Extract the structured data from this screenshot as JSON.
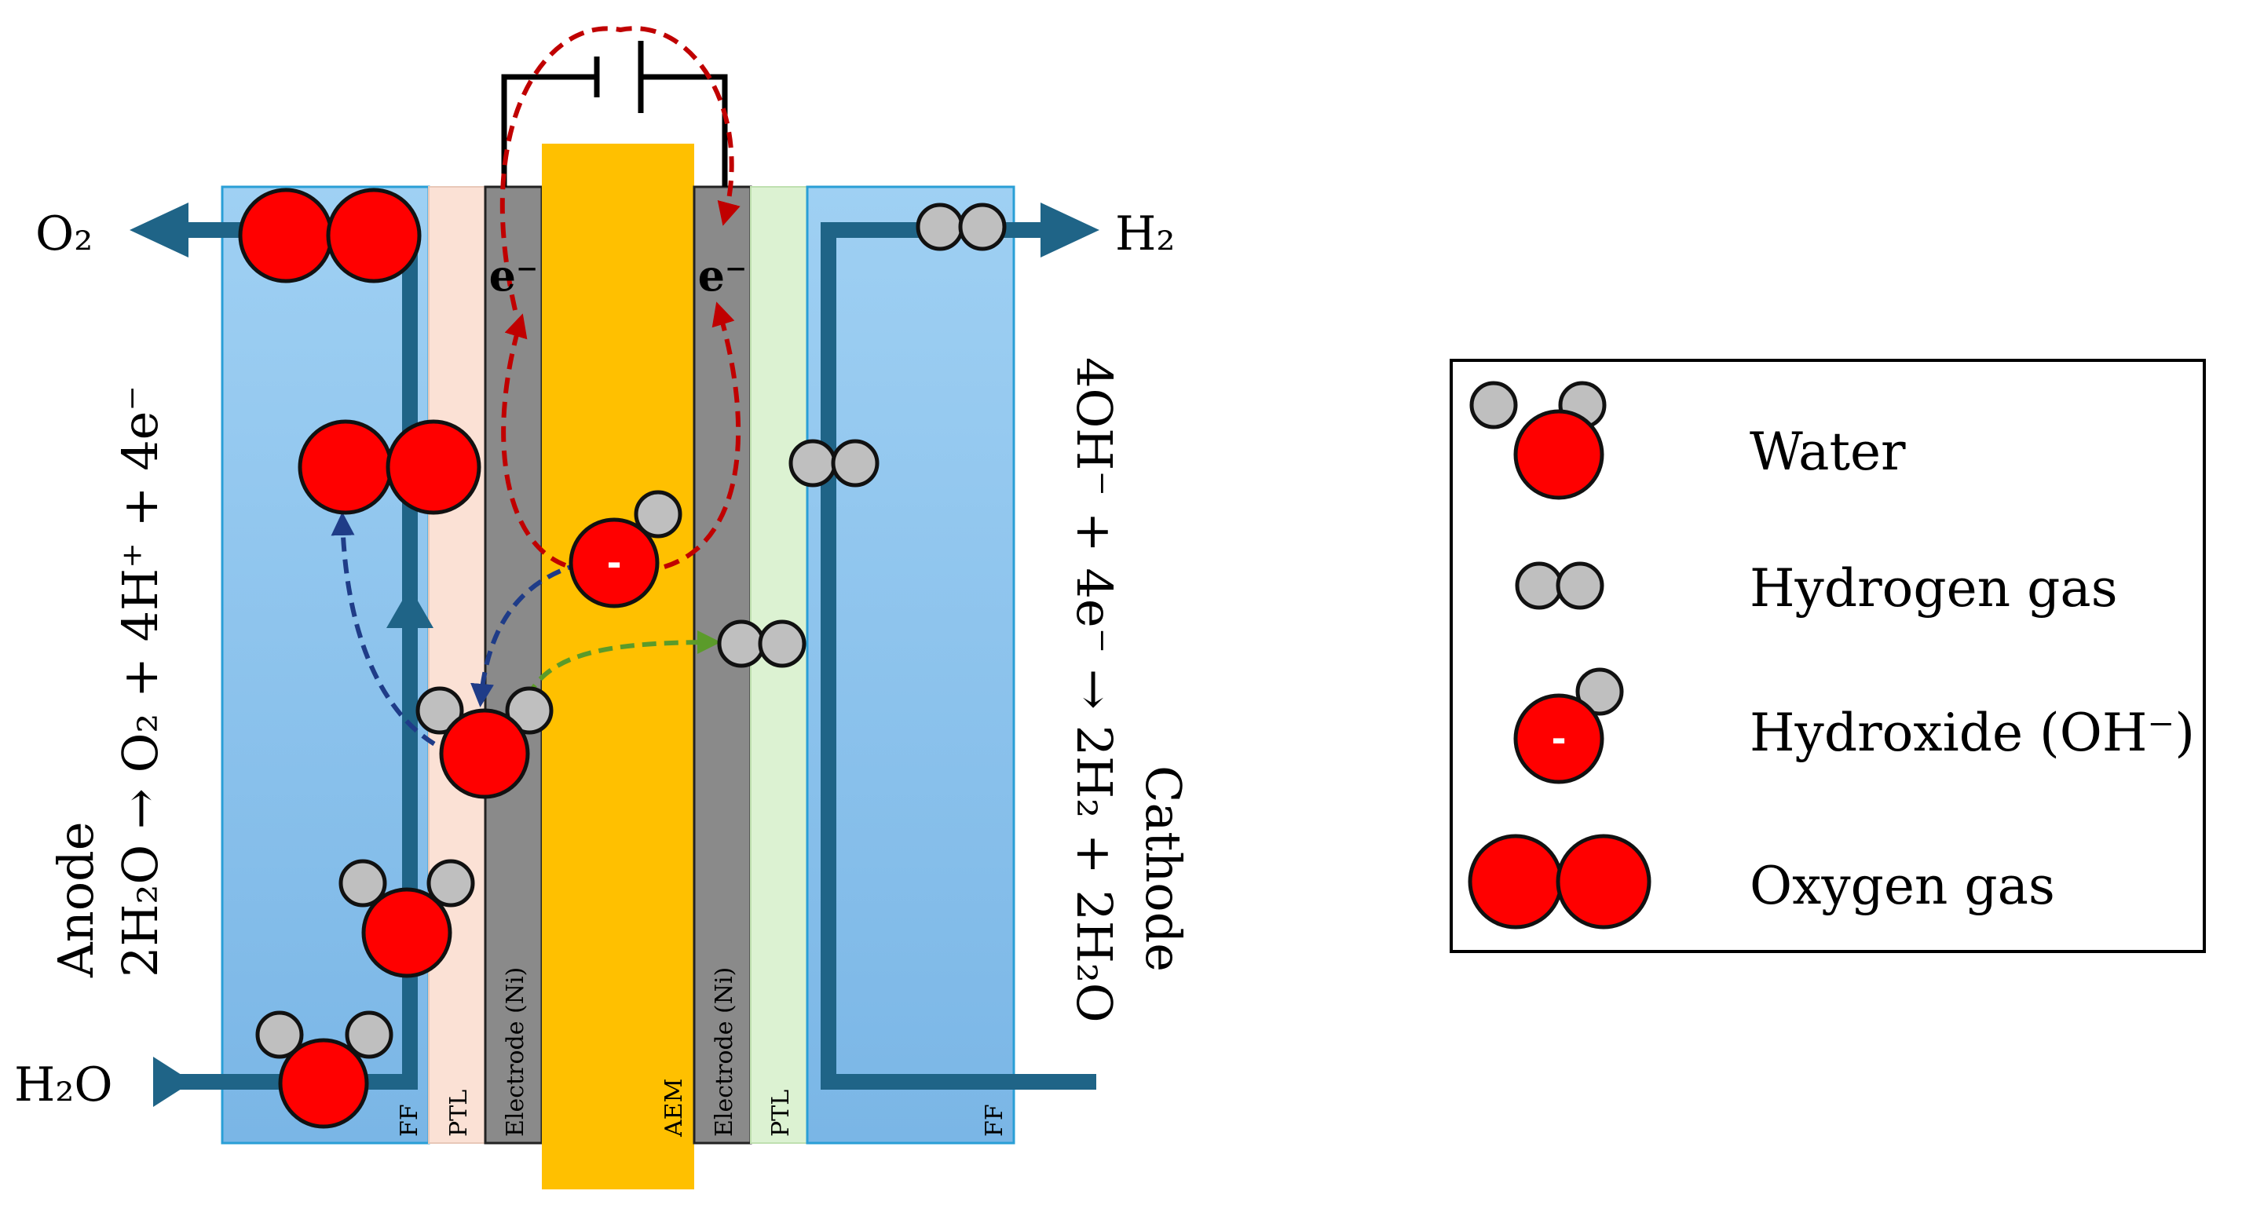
{
  "diagram": {
    "labels": {
      "o2": "O₂",
      "h2": "H₂",
      "h2o": "H₂O",
      "electron_left": "e⁻",
      "electron_right": "e⁻",
      "anode_title": "Anode",
      "anode_reaction": "2H₂O → O₂ + 4H⁺ + 4e⁻",
      "cathode_title": "Cathode",
      "cathode_reaction": "4OH⁻ + 4e⁻ → 2H₂ + 2H₂O",
      "ff_left": "FF",
      "ptl_left": "PTL",
      "electrode_left": "Electrode (Ni)",
      "aem": "AEM",
      "electrode_right": "Electrode (Ni)",
      "ptl_right": "PTL",
      "ff_right": "FF",
      "hydroxide_sign": "-"
    },
    "colors": {
      "ff": "#8ec4ee",
      "ptl_anode": "#fbe1d5",
      "ptl_cathode": "#dcf2d2",
      "electrode": "#8a8a8a",
      "aem": "#ffc000",
      "flow_line": "#1f6487",
      "oxygen_atom": "#ff0000",
      "hydrogen_atom": "#bfbfbf",
      "electron_path": "#c00000",
      "hydroxide_path": "#1f3c88",
      "hydrogen_path": "#5b9b2a"
    }
  },
  "legend": {
    "items": [
      {
        "icon": "water-molecule-icon",
        "label": "Water"
      },
      {
        "icon": "hydrogen-gas-icon",
        "label": "Hydrogen gas"
      },
      {
        "icon": "hydroxide-ion-icon",
        "label": "Hydroxide (OH⁻)",
        "sign": "-"
      },
      {
        "icon": "oxygen-gas-icon",
        "label": "Oxygen gas"
      }
    ]
  }
}
